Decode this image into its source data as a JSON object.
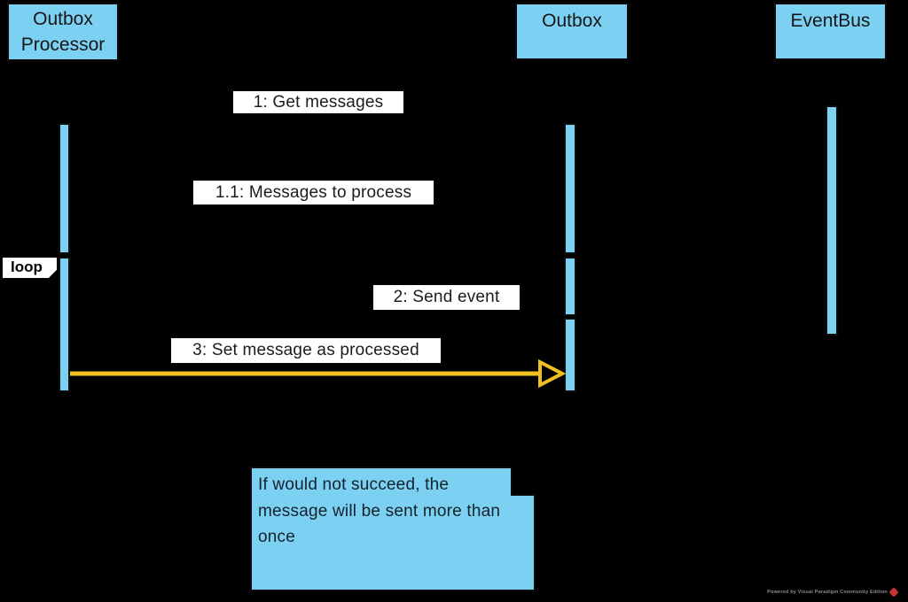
{
  "participants": [
    {
      "label": "Outbox Processor"
    },
    {
      "label": "Outbox"
    },
    {
      "label": "EventBus"
    }
  ],
  "messages": [
    {
      "label": "1: Get messages"
    },
    {
      "label": "1.1: Messages to process"
    },
    {
      "label": "2: Send event"
    },
    {
      "label": "3: Set message as processed"
    }
  ],
  "fragment": {
    "operator": "loop"
  },
  "note": {
    "text": "If would not succeed, the message will be sent more than once"
  },
  "watermark": {
    "text": "Powered by Visual Paradigm Community Edition"
  },
  "colors": {
    "background": "#000000",
    "participant_fill": "#7CD0F2",
    "label_background": "#FFFFFF",
    "arrow_yellow": "#F0C11E",
    "watermark_text": "#8A8A8A",
    "watermark_logo": "#C9342E"
  }
}
